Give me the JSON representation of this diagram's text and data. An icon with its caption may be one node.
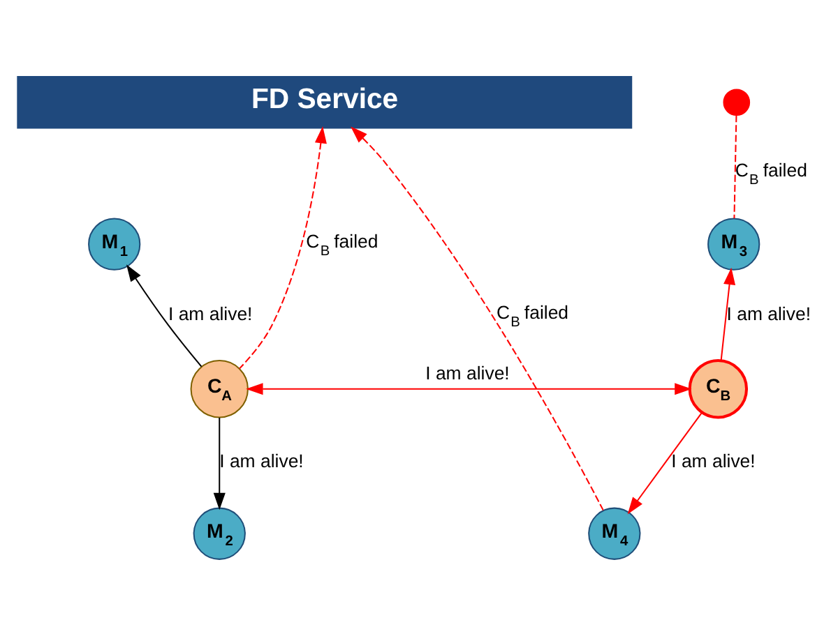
{
  "diagram": {
    "nodes": [
      {
        "text": [
          "FD Service"
        ]
      },
      {
        "text": [],
        "shape": "cross"
      },
      {
        "text": [
          "M$_{1}$"
        ]
      },
      {
        "text": [
          "M$_{3}$"
        ]
      },
      {
        "text": [
          "C$_{A}$"
        ]
      },
      {
        "text": [
          "C$_{B}$"
        ]
      },
      {
        "text": [
          "M$_{2}$"
        ]
      },
      {
        "text": [
          "M$_{4}$"
        ]
      }
    ],
    "edges": [
      {
        "from": 4,
        "to": 2,
        "arrow": "to",
        "label": "I am alive!",
        "color": "#000000"
      },
      {
        "from": 4,
        "to": 6,
        "arrow": "to",
        "label": "I am alive!",
        "color": "#000000"
      },
      {
        "from": 4,
        "to": 5,
        "arrow": "both",
        "label": "I am alive!"
      },
      {
        "from": 5,
        "to": 3,
        "arrow": "to",
        "label": "I am alive!"
      },
      {
        "from": 5,
        "to": 7,
        "arrow": "to",
        "label": "I am alive!"
      },
      {
        "from": 4,
        "to": 0,
        "arrow": "to",
        "label": "C$_{B}$ failed",
        "style": "dashed"
      },
      {
        "from": 7,
        "to": 0,
        "arrow": "to",
        "label": "C$_{B}$ failed",
        "style": "dashed"
      },
      {
        "from": 3,
        "to": 1,
        "arrow": "none",
        "label": "C$_{B}$ failed",
        "style": "dashed"
      }
    ]
  }
}
